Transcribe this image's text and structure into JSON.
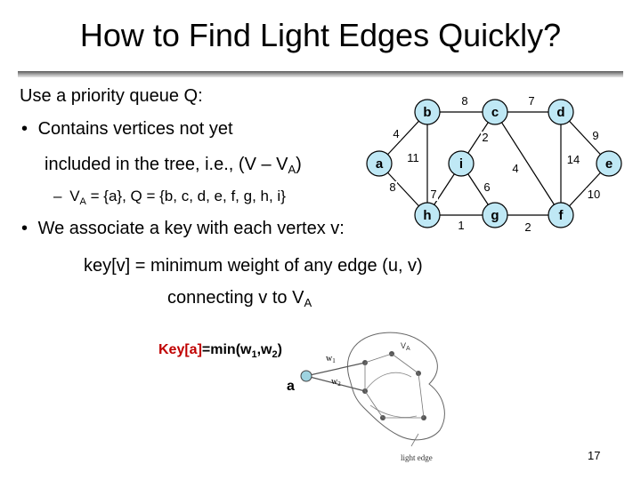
{
  "slide": {
    "title": "How to Find Light Edges Quickly?",
    "intro": "Use a priority queue Q:",
    "bullet1_line1": "Contains vertices not yet",
    "bullet1_line2_prefix": "included in the tree, i.e., (V – V",
    "bullet1_line2_sub": "A",
    "bullet1_line2_suffix": ")",
    "sub_bullet_dash": "–",
    "sub_bullet_prefix": "V",
    "sub_bullet_sub": "A",
    "sub_bullet_suffix": " = {a}, Q = {b, c, d, e, f, g, h, i}",
    "bullet2": "We associate a key with each vertex v:",
    "key_def_line1": "key[v] = minimum weight of any edge (u, v)",
    "key_def_line2_prefix": "connecting v to V",
    "key_def_line2_sub": "A",
    "bullet_char": "•",
    "page_number": "17"
  },
  "graph": {
    "nodes": [
      "a",
      "b",
      "c",
      "d",
      "e",
      "f",
      "g",
      "h",
      "i"
    ],
    "edges": [
      {
        "u": "a",
        "v": "b",
        "w": "4"
      },
      {
        "u": "b",
        "v": "c",
        "w": "8"
      },
      {
        "u": "c",
        "v": "d",
        "w": "7"
      },
      {
        "u": "d",
        "v": "e",
        "w": "9"
      },
      {
        "u": "b",
        "v": "h",
        "w": "11"
      },
      {
        "u": "a",
        "v": "h",
        "w": "8"
      },
      {
        "u": "c",
        "v": "i",
        "w": "2"
      },
      {
        "u": "c",
        "v": "f",
        "w": "4"
      },
      {
        "u": "d",
        "v": "f",
        "w": "14"
      },
      {
        "u": "e",
        "v": "f",
        "w": "10"
      },
      {
        "u": "h",
        "v": "i",
        "w": "7"
      },
      {
        "u": "i",
        "v": "g",
        "w": "6"
      },
      {
        "u": "h",
        "v": "g",
        "w": "1"
      },
      {
        "u": "g",
        "v": "f",
        "w": "2"
      }
    ]
  },
  "diagram": {
    "key_label_prefix": "Key[a]",
    "key_label_eq": "=min(w",
    "key_label_s1": "1",
    "key_label_mid": ",w",
    "key_label_s2": "2",
    "key_label_end": ")",
    "vertex_label": "a",
    "w1_label": "w",
    "w1_sub": "1",
    "w2_label": "w",
    "w2_sub": "2",
    "region_label": "V",
    "region_sub": "A",
    "caption": "light edge"
  },
  "colors": {
    "key_label": "#c00000",
    "node_fill": "#bfe8f5",
    "small_node_fill": "#9ed3e0"
  }
}
